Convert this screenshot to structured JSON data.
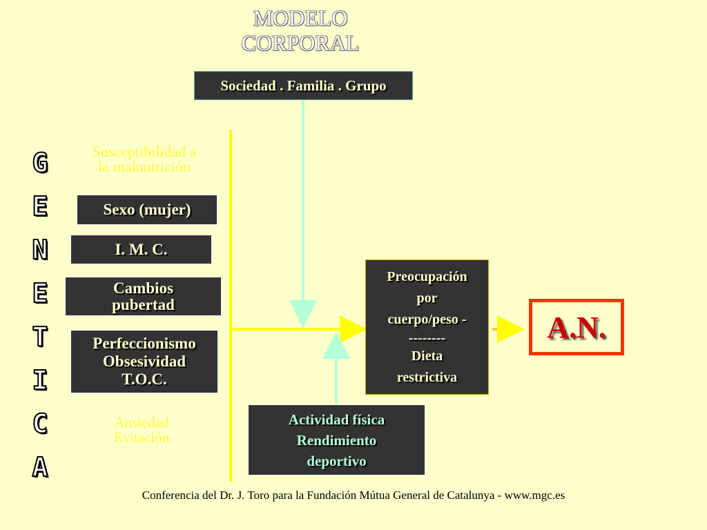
{
  "title": {
    "line1": "MODELO",
    "line2": "CORPORAL"
  },
  "society_box": {
    "label": "Sociedad . Familia . Grupo"
  },
  "susceptibility": {
    "line1": "Susceptibilidad a",
    "line2": "la malnutrición"
  },
  "genetics_letters": [
    "G",
    "E",
    "N",
    "E",
    "T",
    "I",
    "C",
    "A"
  ],
  "factors": {
    "sex": "Sexo (mujer)",
    "bmi": "I. M. C.",
    "puberty": {
      "line1": "Cambios",
      "line2": "pubertad"
    },
    "personality": {
      "line1": "Perfeccionismo",
      "line2": "Obsesividad",
      "line3": "T.O.C."
    }
  },
  "anxiety": {
    "line1": "Ansiedad",
    "line2": "Evitación"
  },
  "activity_box": {
    "line1": "Actividad física",
    "line2": "Rendimiento",
    "line3": "deportivo"
  },
  "concern_box": {
    "line1": "Preocupación",
    "line2": "por",
    "line3": "cuerpo/peso  -",
    "line4": "--------",
    "line5": "Dieta",
    "line6": "restrictiva"
  },
  "outcome": {
    "label": "A.N."
  },
  "footer": {
    "text": "Conferencia del Dr. J. Toro para la Fundación Mútua General de Catalunya - www.mgc.es"
  },
  "colors": {
    "background": "#ffffcc",
    "box_fill": "#333333",
    "yellow_line": "#ffff00",
    "teal_arrow": "#b3ffd9",
    "outcome_border": "#ff3300",
    "outcome_text": "#cc0000"
  }
}
